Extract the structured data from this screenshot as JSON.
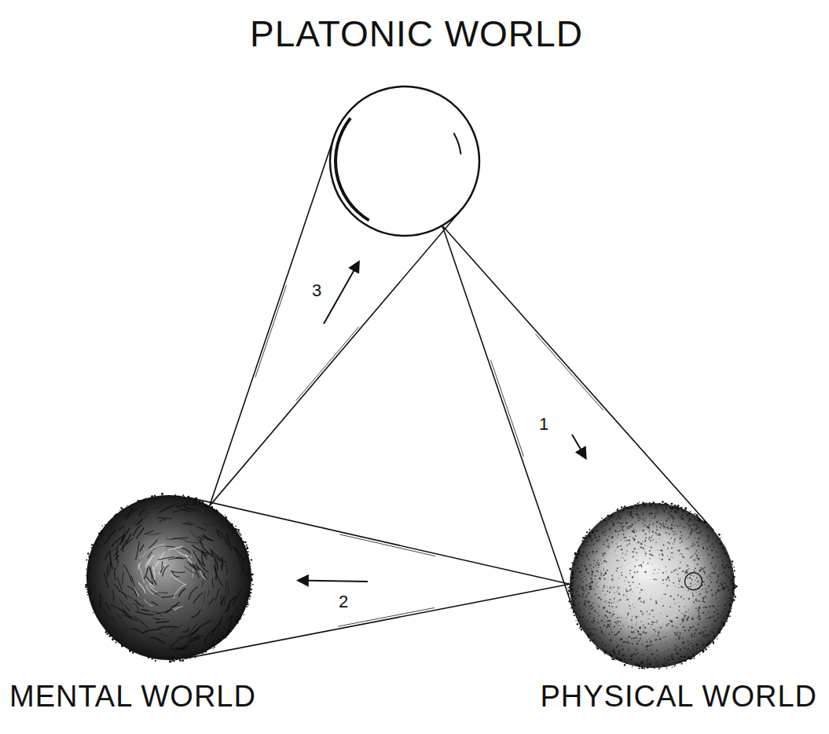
{
  "diagram": {
    "nodes": [
      {
        "text": [
          "PLATONIC WORLD"
        ]
      },
      {
        "text": [
          "MENTAL WORLD"
        ]
      },
      {
        "text": [
          "PHYSICAL WORLD"
        ]
      }
    ],
    "edges": [
      {
        "from": 0,
        "to": 2,
        "arrow": "to",
        "label": "1"
      },
      {
        "from": 2,
        "to": 1,
        "arrow": "to",
        "label": "2"
      },
      {
        "from": 1,
        "to": 0,
        "arrow": "to",
        "label": "3"
      }
    ]
  }
}
